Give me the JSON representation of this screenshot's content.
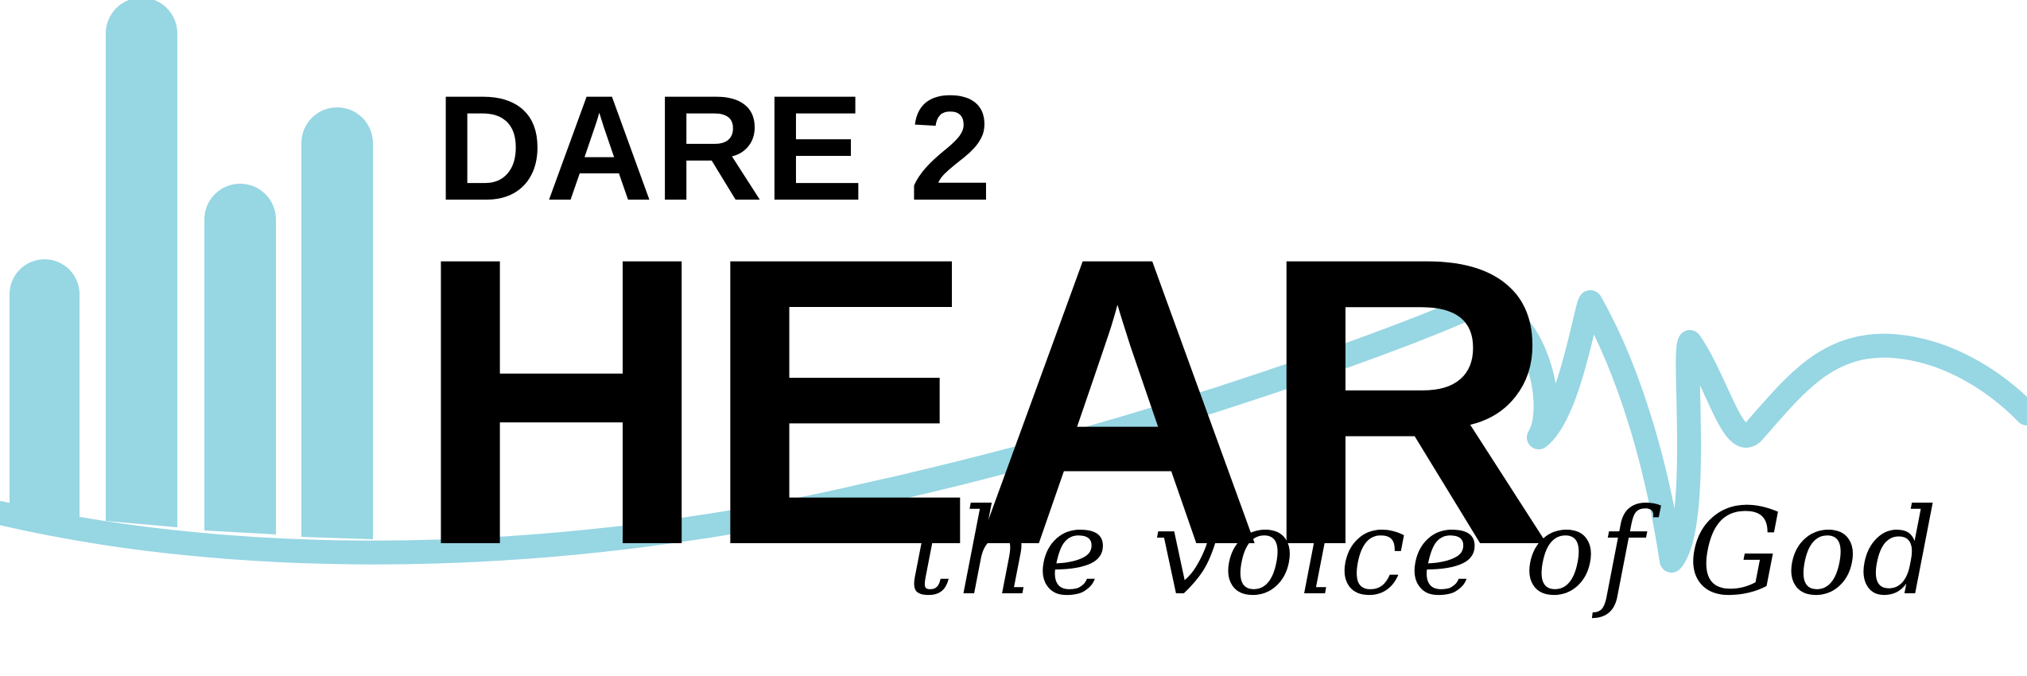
{
  "logo": {
    "line1": "DARE 2",
    "line2": "HEAR",
    "tagline": "the voice of God"
  },
  "colors": {
    "accent": "#97d6e3",
    "text": "#000000",
    "background": "#ffffff"
  },
  "icons": {
    "bars": "sound-bars-icon",
    "wave": "heartbeat-wave-icon"
  }
}
